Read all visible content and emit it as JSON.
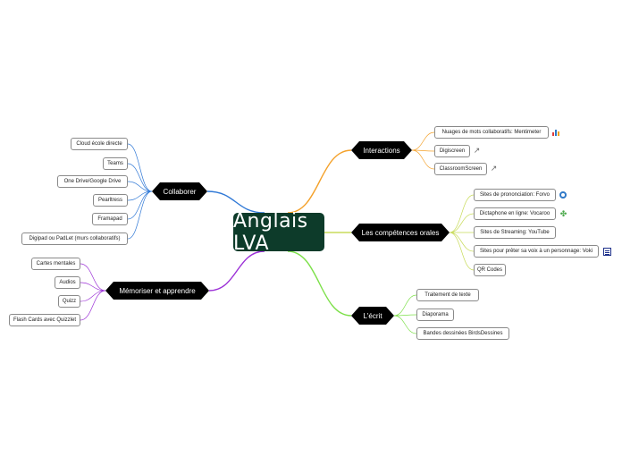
{
  "root": {
    "label": "Anglais LVA"
  },
  "branches": {
    "interactions": {
      "label": "Interactions",
      "color": "#f4a12a",
      "items": [
        "Nuages de mots collaboratifs: Mentimeter",
        "Digiscreen",
        "ClassroomScreen"
      ]
    },
    "orales": {
      "label": "Les compétences orales",
      "color": "#c8db5a",
      "items": [
        "Sites de prononciation: Forvo",
        "Dictaphone en ligne: Vocaroo",
        "Sites de Streaming: YouTube",
        "Sites pour prêter sa voix à un personnage: Voki",
        "QR Codes"
      ]
    },
    "ecrit": {
      "label": "L'écrit",
      "color": "#7de04a",
      "items": [
        "Traitement de texte",
        "Diaporama",
        "Bandes dessinées BirdsDessines"
      ]
    },
    "collaborer": {
      "label": "Collaborer",
      "color": "#2f78d6",
      "items": [
        "Cloud école directe",
        "Teams",
        "One Drive/Google Drive",
        "Pearltress",
        "Framapad",
        "Digipad ou PadLet (murs collaboratifs)"
      ]
    },
    "memoriser": {
      "label": "Mémoriser et apprendre",
      "color": "#9b2fd6",
      "items": [
        "Cartes mentales",
        "Audios",
        "Quizz",
        "Flash Cards avec Quizzlet"
      ]
    }
  },
  "icons": {
    "mentimeter": "bar-chart-icon",
    "digiscreen": "external-link-icon",
    "classroomscreen": "external-link-icon",
    "forvo": "ring-icon",
    "vocaroo": "vocaroo-icon",
    "voki": "voki-icon",
    "external_glyph": "↗",
    "vocaroo_glyph": "✤",
    "chart_colors": [
      "#e23b3b",
      "#2f79c8",
      "#f0a020"
    ]
  }
}
